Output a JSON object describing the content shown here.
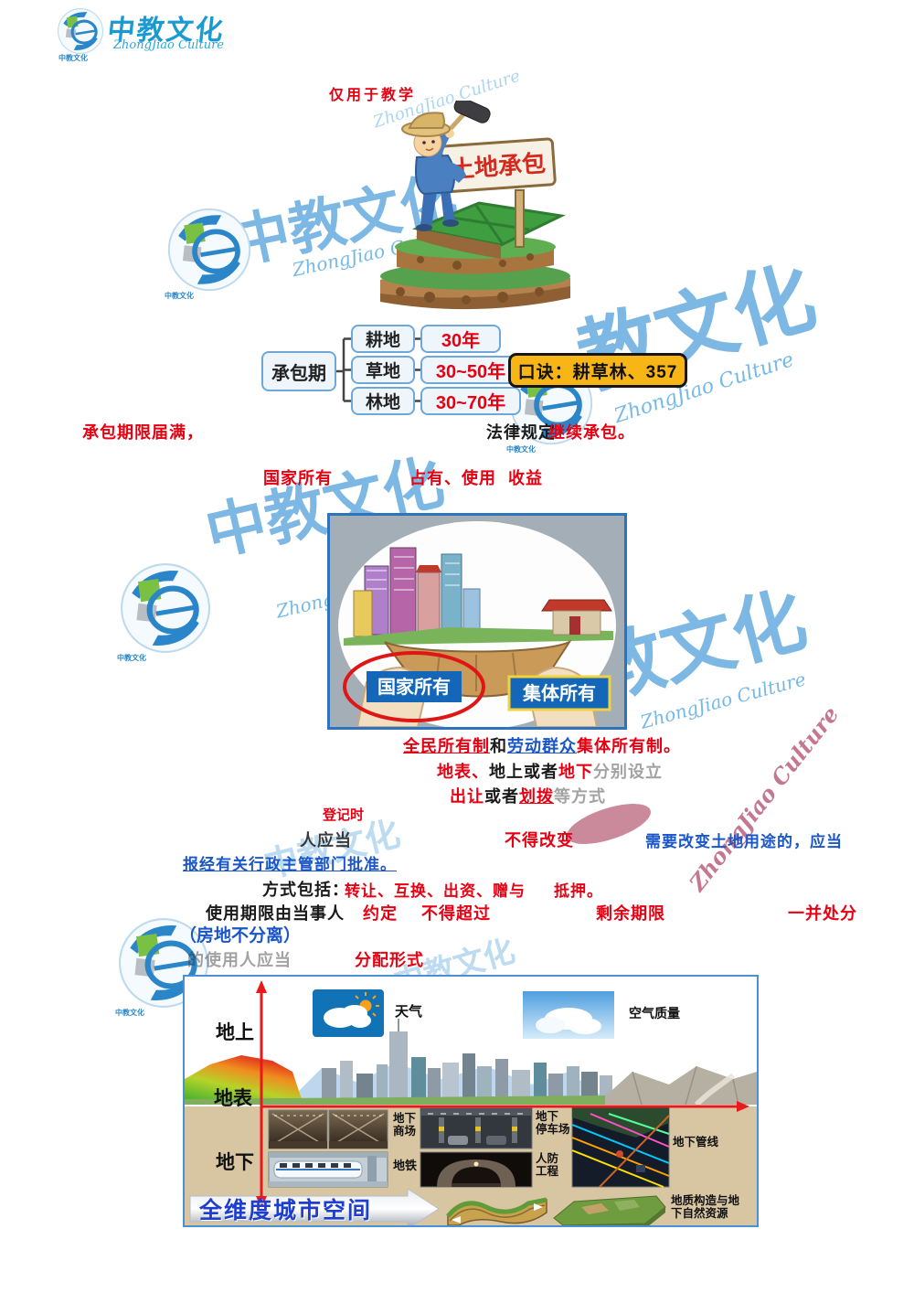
{
  "header": {
    "brand_cn": "中教文化",
    "brand_en": "ZhongJiao Culture",
    "badge": "中教文化"
  },
  "top_note": "仅用于教学",
  "farmer": {
    "sign": "土地承包"
  },
  "flowchart": {
    "root": "承包期",
    "rows": [
      {
        "type": "耕地",
        "duration": "30年"
      },
      {
        "type": "草地",
        "duration": "30~50年"
      },
      {
        "type": "林地",
        "duration": "30~70年"
      }
    ],
    "mnemonic": "口诀：耕草林、357"
  },
  "lines": {
    "expiry": {
      "a": "承包期限届满，",
      "b": "法律规定",
      "c": "继续承包。"
    },
    "state": {
      "a": "国家所有",
      "b": "占有、使用",
      "c": "收益"
    },
    "ownership": {
      "a": "全民所有制",
      "b": "和",
      "c": "劳动群众",
      "d": "集体所有制。"
    },
    "surface": {
      "a": "地表、",
      "b": "地上",
      "c": "或者",
      "d": "地下",
      "e": "分别设立"
    },
    "grant": {
      "a": "出让",
      "b": "或者",
      "c": "划拨",
      "d": "等方式"
    },
    "register": {
      "a": "登记时"
    },
    "change": {
      "a": "人应当",
      "b": "不得改变",
      "c": "需要改变土地用途的，应当"
    },
    "approve": {
      "a": "报经有关行政主管部门批准。"
    },
    "methods": {
      "a": "方式包括：",
      "b": "转让、互换、出资、赠与",
      "c": "抵押。"
    },
    "term": {
      "a": "使用期限由当事人",
      "b": "约定",
      "c": "不得超过",
      "d": "剩余期限",
      "e": "一并处分"
    },
    "principle": {
      "a": "（房地不分离）"
    },
    "user": {
      "a": "的使用人应当",
      "b": "分配形式"
    }
  },
  "ownership_image": {
    "left_label": "国家所有",
    "right_label": "集体所有"
  },
  "city": {
    "level_above": "地上",
    "level_surface": "地表",
    "level_below": "地下",
    "weather": "天气",
    "air": "空气质量",
    "mall_l1": "地下",
    "mall_l2": "商场",
    "parking_l1": "地下",
    "parking_l2": "停车场",
    "pipes": "地下管线",
    "metro": "地铁",
    "civil_l1": "人防",
    "civil_l2": "工程",
    "banner": "全维度城市空间",
    "geology_l1": "地质构造与地",
    "geology_l2": "下自然资源"
  },
  "watermark": {
    "cn": "中教文化",
    "cn_short": "教文化",
    "en": "ZhongJiao Culture"
  },
  "colors": {
    "accent_red": "#e60012",
    "accent_blue": "#1a56c8",
    "mnemonic_yellow": "#f7b516",
    "brand_blue": "#1b9ad2"
  }
}
